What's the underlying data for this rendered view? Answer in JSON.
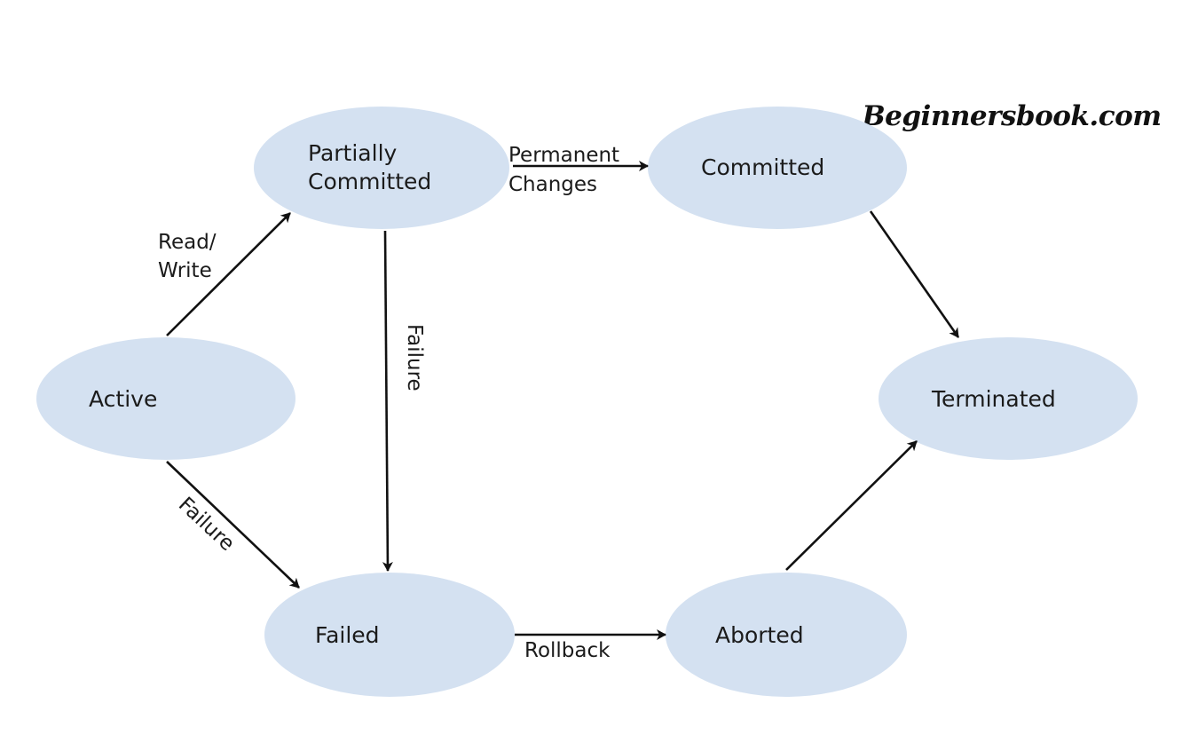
{
  "brand": {
    "text": "Beginnersbook.com"
  },
  "colors": {
    "state_fill": "#d4e1f1",
    "line": "#111111",
    "text": "#1b1b1b"
  },
  "states": {
    "partially_committed": {
      "line1": "Partially",
      "line2": "Committed"
    },
    "committed": "Committed",
    "active": "Active",
    "terminated": "Terminated",
    "failed": "Failed",
    "aborted": "Aborted"
  },
  "transitions": {
    "read_write": {
      "line1": "Read/",
      "line2": "Write"
    },
    "permanent_changes": {
      "line1": "Permanent",
      "line2": "Changes"
    },
    "failure_from_partial": "Failure",
    "failure_from_active": "Failure",
    "rollback": "Rollback"
  }
}
